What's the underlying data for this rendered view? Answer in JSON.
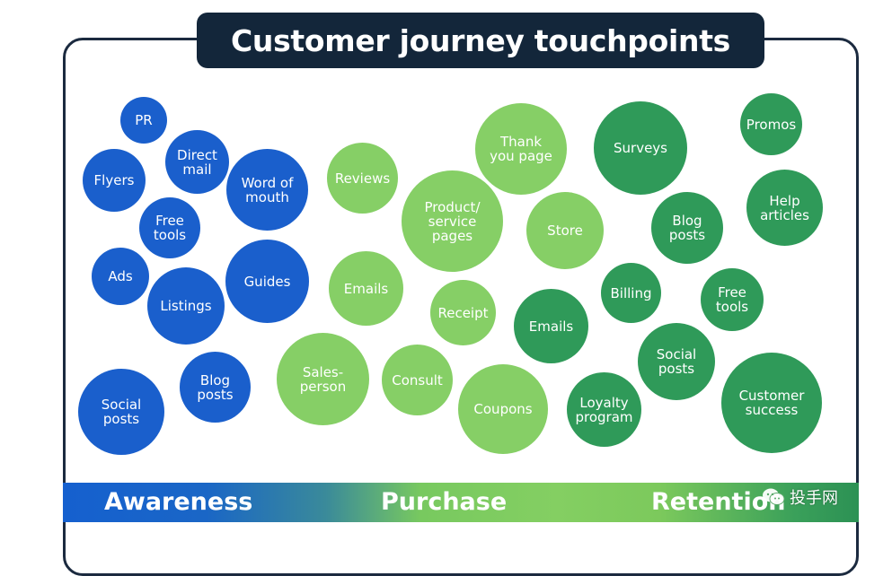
{
  "title": "Customer journey touchpoints",
  "colors": {
    "awareness": "#1a5fcc",
    "purchase": "#86cf66",
    "retention": "#2f9a59",
    "title_bg": "#13263a"
  },
  "bubbles": {
    "awareness": [
      {
        "label": "PR"
      },
      {
        "label": "Direct\nmail"
      },
      {
        "label": "Flyers"
      },
      {
        "label": "Word of\nmouth"
      },
      {
        "label": "Free\ntools"
      },
      {
        "label": "Ads"
      },
      {
        "label": "Guides"
      },
      {
        "label": "Listings"
      },
      {
        "label": "Blog\nposts"
      },
      {
        "label": "Social\nposts"
      }
    ],
    "purchase": [
      {
        "label": "Thank\nyou page"
      },
      {
        "label": "Reviews"
      },
      {
        "label": "Product/\nservice\npages"
      },
      {
        "label": "Store"
      },
      {
        "label": "Emails"
      },
      {
        "label": "Receipt"
      },
      {
        "label": "Sales-\nperson"
      },
      {
        "label": "Consult"
      },
      {
        "label": "Coupons"
      }
    ],
    "retention": [
      {
        "label": "Surveys"
      },
      {
        "label": "Promos"
      },
      {
        "label": "Help\narticles"
      },
      {
        "label": "Blog\nposts"
      },
      {
        "label": "Billing"
      },
      {
        "label": "Free\ntools"
      },
      {
        "label": "Emails"
      },
      {
        "label": "Social\nposts"
      },
      {
        "label": "Loyalty\nprogram"
      },
      {
        "label": "Customer\nsuccess"
      }
    ]
  },
  "stages": {
    "awareness": "Awareness",
    "purchase": "Purchase",
    "retention": "Retention"
  },
  "watermark": "投手网"
}
